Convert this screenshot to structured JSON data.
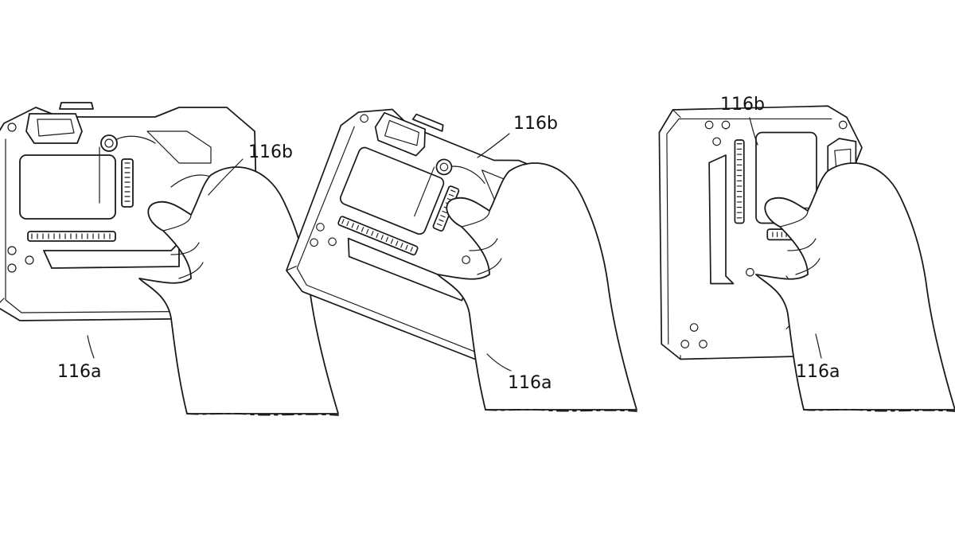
{
  "figure": {
    "views": [
      {
        "top_label": "116b",
        "bottom_label": "116a"
      },
      {
        "top_label": "116b",
        "bottom_label": "116a"
      },
      {
        "top_label": "116b",
        "bottom_label": "116a"
      }
    ]
  },
  "colors": {
    "line": "#1a1a1a",
    "background": "#ffffff"
  }
}
